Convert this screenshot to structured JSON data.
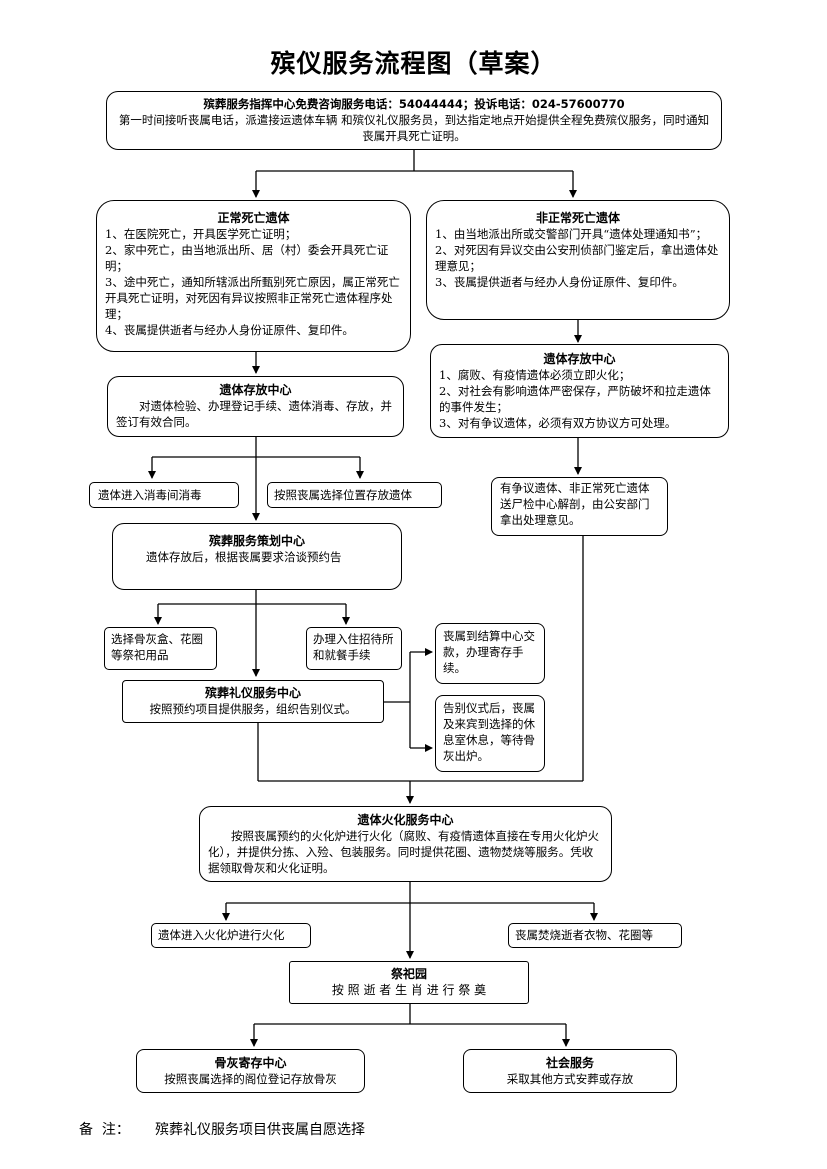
{
  "title": "殡仪服务流程图（草案）",
  "hotline_box": {
    "header": "殡葬服务指挥中心免费咨询服务电话：54044444；投诉电话：024-57600770",
    "body": "第一时间接听丧属电话，派遣接运遗体车辆 和殡仪礼仪服务员，到达指定地点开始提供全程免费殡仪服务，同时通知丧属开具死亡证明。"
  },
  "normal_death": {
    "header": "正常死亡遗体",
    "items": [
      "1、在医院死亡，开具医学死亡证明；",
      "2、家中死亡，由当地派出所、居（村）委会开具死亡证明；",
      "3、途中死亡，通知所辖派出所甄别死亡原因，属正常死亡开具死亡证明，对死因有异议按照非正常死亡遗体程序处理；",
      "4、丧属提供逝者与经办人身份证原件、复印件。"
    ]
  },
  "abnormal_death": {
    "header": "非正常死亡遗体",
    "items": [
      "1、由当地派出所或交警部门开具“遗体处理通知书”；",
      "2、对死因有异议交由公安刑侦部门鉴定后，拿出遗体处理意见；",
      "3、丧属提供逝者与经办人身份证原件、复印件。"
    ]
  },
  "storage_left": {
    "header": "遗体存放中心",
    "body": "对遗体检验、办理登记手续、遗体消毒、存放，并签订有效合同。"
  },
  "storage_right": {
    "header": "遗体存放中心",
    "items": [
      "1、腐败、有疫情遗体必须立即火化；",
      "2、对社会有影响遗体严密保存，严防破坏和拉走遗体的事件发生；",
      "3、对有争议遗体，必须有双方协议方可处理。"
    ]
  },
  "disinfect": "遗体进入消毒间消毒",
  "choose_position": "按照丧属选择位置存放遗体",
  "autopsy": "有争议遗体、非正常死亡遗体送尸检中心解剖，由公安部门拿出处理意见。",
  "planning": {
    "header": "殡葬服务策划中心",
    "body": "遗体存放后，根据丧属要求洽谈预约告"
  },
  "choose_urn": "选择骨灰盒、花圈等祭祀用品",
  "lodging": "办理入住招待所和就餐手续",
  "settlement": "丧属到结算中心交款，办理寄存手续。",
  "rest_room": "告别仪式后，丧属及来宾到选择的休息室休息，等待骨灰出炉。",
  "ceremony": {
    "header": "殡葬礼仪服务中心",
    "body": "按照预约项目提供服务，组织告别仪式。"
  },
  "cremation": {
    "header": "遗体火化服务中心",
    "body": "按照丧属预约的火化炉进行火化（腐败、有疫情遗体直接在专用火化炉火化），并提供分拣、入殓、包装服务。同时提供花圈、遗物焚烧等服务。凭收据领取骨灰和火化证明。"
  },
  "furnace": "遗体进入火化炉进行火化",
  "burn_items": "丧属焚烧逝者衣物、花圈等",
  "memorial": {
    "header": "祭祀园",
    "body": "按 照 逝 者 生 肖 进 行 祭 奠"
  },
  "ash_storage": {
    "header": "骨灰寄存中心",
    "body": "按照丧属选择的阁位登记存放骨灰"
  },
  "social_service": {
    "header": "社会服务",
    "body": "采取其他方式安葬或存放"
  },
  "note": {
    "label": "备  注：",
    "text": "殡葬礼仪服务项目供丧属自愿选择"
  }
}
